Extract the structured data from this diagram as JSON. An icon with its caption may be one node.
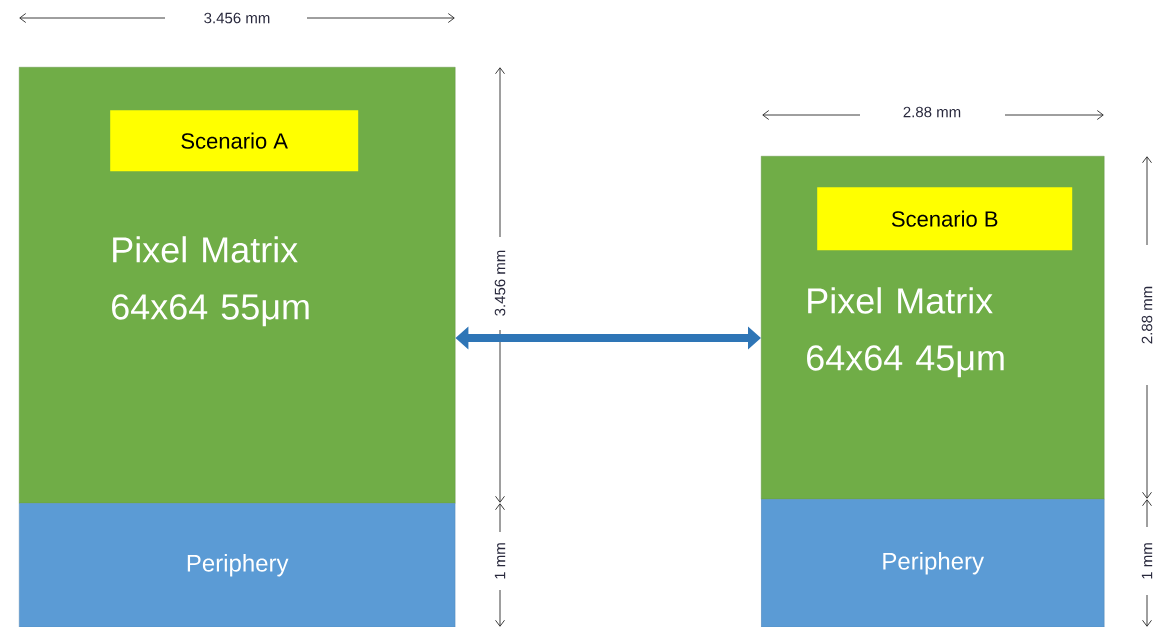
{
  "diagram": {
    "nodes": [
      {
        "text": [
          "Pixel Matrix 64x64 55μm"
        ]
      },
      {
        "text": [
          "Scenario A"
        ],
        "in": 0
      },
      {
        "text": [
          "Periphery"
        ]
      },
      {
        "text": [
          "Pixel Matrix 64x64 45μm"
        ]
      },
      {
        "text": [
          "Scenario B"
        ],
        "in": 3
      },
      {
        "text": [
          "Periphery"
        ]
      }
    ],
    "edges": [
      {
        "from": 0,
        "to": 3,
        "arrow": "both"
      }
    ],
    "labels": [
      "3.456 mm",
      "3.456 mm",
      "1 mm",
      "2.88 mm",
      "2.88 mm",
      "1 mm"
    ]
  }
}
